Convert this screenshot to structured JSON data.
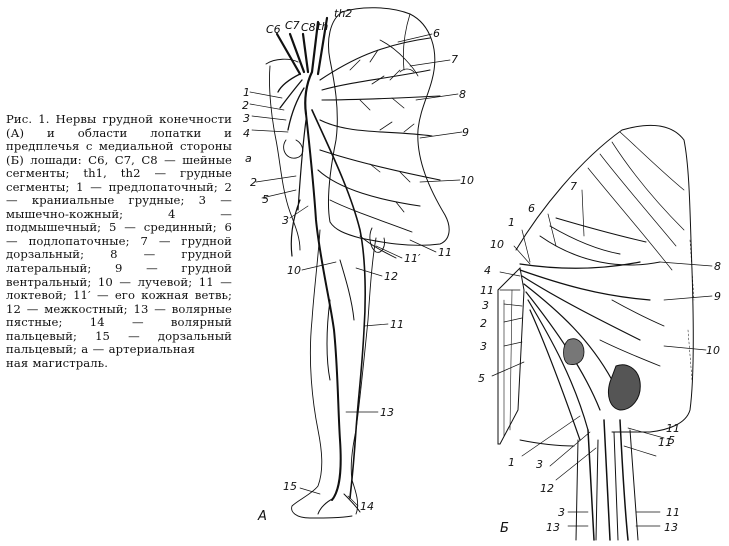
{
  "caption": {
    "text": "Рис. 1. Нервы грудной конечности (А) и области лопатки и предплечья с медиальной стороны (Б) лошади: C6, C7, C8 — шейные сегменты; th1, th2 — грудные сегменты; 1 — предлопаточный; 2 — краниальные грудные; 3 — мышечно-кожный; 4 — подмышечный; 5 — срединный; 6 — подлопаточные; 7 — грудной дорзальный; 8 — грудной латеральный; 9 — грудной вентральный; 10 — лучевой; 11 — локтевой; 11′ — его кожная ветвь; 12 — межкостный; 13 — волярные пястные; 14 — волярный пальцевый; 15 — дорзальный пальцевый; а — артериальная",
    "last_line": "ная магистраль."
  },
  "figure_a": {
    "panel_label": "А",
    "segments": [
      "C6",
      "C7",
      "C8",
      "th",
      "th2"
    ],
    "labels": {
      "n1": "1",
      "n2a": "2",
      "n3a": "3",
      "n4": "4",
      "a": "а",
      "n2b": "2",
      "n5": "5",
      "n3b": "3",
      "n6": "6",
      "n7": "7",
      "n8": "8",
      "n9": "9",
      "n10r": "10",
      "n11r": "11",
      "n11p": "11′",
      "n12": "12",
      "n10l": "10",
      "n11m": "11",
      "n13": "13",
      "n15": "15",
      "n14": "14"
    }
  },
  "figure_b": {
    "panel_label": "Б",
    "labels": {
      "n10": "10",
      "n1": "1",
      "n6": "6",
      "n7": "7",
      "n4": "4",
      "n11": "11",
      "n3a": "3",
      "n2": "2",
      "n3b": "3",
      "n5": "5",
      "n8": "8",
      "n9": "9",
      "n10r": "10",
      "n11r": "11",
      "n11c": "11",
      "n5r": "5",
      "n1b": "1",
      "n3c": "3",
      "n12": "12",
      "n3d": "3",
      "n11d": "11",
      "n13l": "13",
      "n13r": "13"
    }
  },
  "colors": {
    "ink": "#111111",
    "background": "#ffffff"
  }
}
